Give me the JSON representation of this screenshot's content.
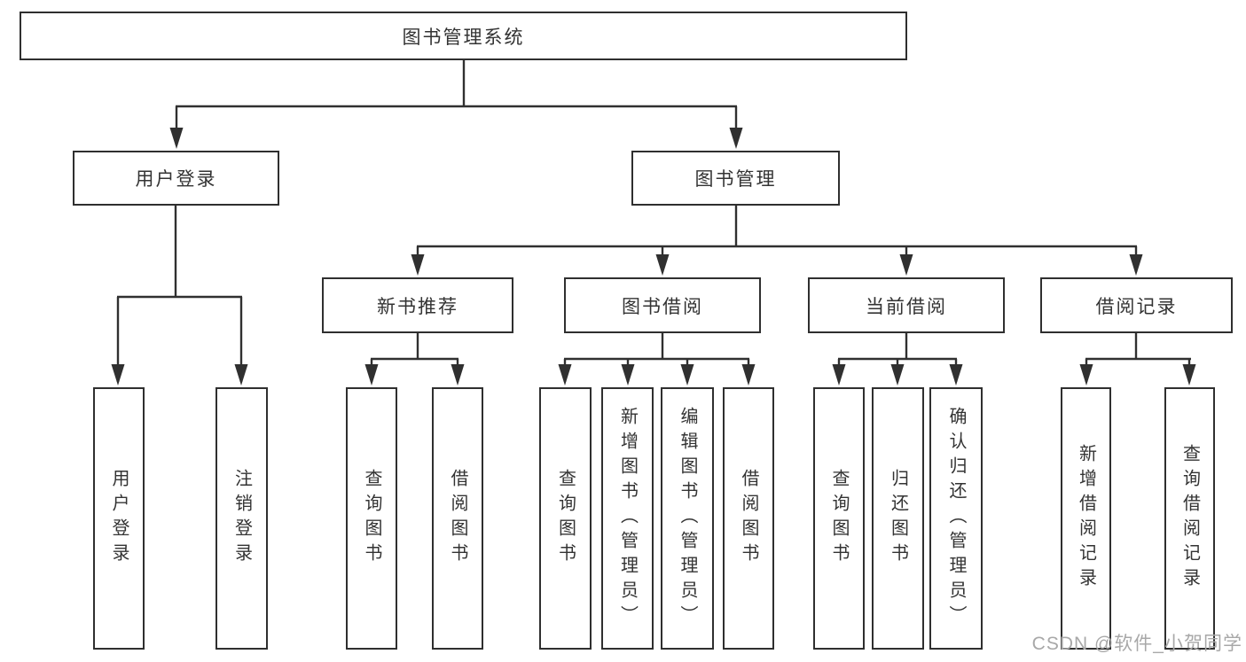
{
  "tree": {
    "root": "图书管理系统",
    "branches": [
      {
        "label": "用户登录",
        "children": [
          "用户登录",
          "注销登录"
        ]
      },
      {
        "label": "图书管理",
        "sections": [
          {
            "label": "新书推荐",
            "children": [
              "查询图书",
              "借阅图书"
            ]
          },
          {
            "label": "图书借阅",
            "children": [
              "查询图书",
              "新增图书（管理员）",
              "编辑图书（管理员）",
              "借阅图书"
            ]
          },
          {
            "label": "当前借阅",
            "children": [
              "查询图书",
              "归还图书",
              "确认归还（管理员）"
            ]
          },
          {
            "label": "借阅记录",
            "children": [
              "新增借阅记录",
              "查询借阅记录"
            ]
          }
        ]
      }
    ]
  },
  "watermark": "CSDN @软件_小贺同学",
  "colors": {
    "line": "#303030",
    "box_border": "#2f2f2f",
    "text": "#333333",
    "watermark": "#a8a8a8",
    "background": "#ffffff"
  }
}
